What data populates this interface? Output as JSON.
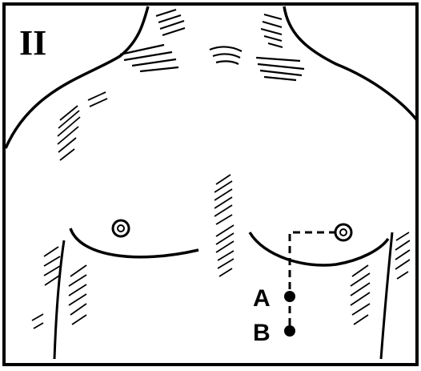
{
  "figure": {
    "panel_label": "II",
    "point_labels": [
      "A",
      "B"
    ]
  },
  "colors": {
    "ink": "#000000",
    "paper": "#ffffff"
  }
}
